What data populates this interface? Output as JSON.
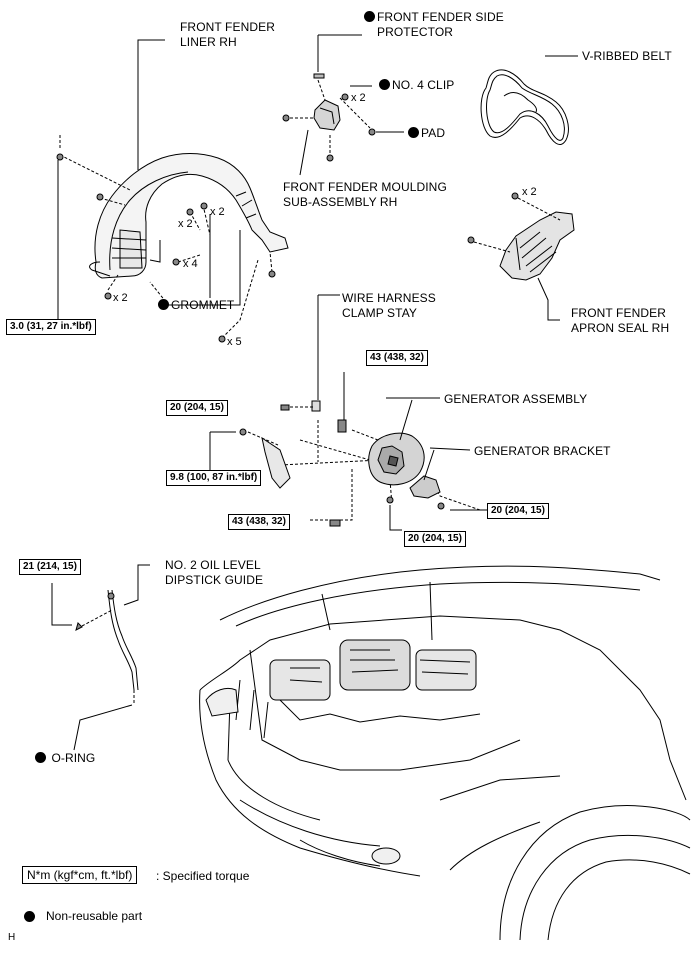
{
  "labels": {
    "front_fender_liner_rh": [
      "FRONT FENDER",
      "LINER RH"
    ],
    "front_fender_side_protector": [
      "FRONT FENDER SIDE",
      "PROTECTOR"
    ],
    "no4_clip": "NO. 4 CLIP",
    "pad": "PAD",
    "v_ribbed_belt": "V-RIBBED BELT",
    "front_fender_moulding": [
      "FRONT FENDER MOULDING",
      "SUB-ASSEMBLY RH"
    ],
    "front_fender_apron_seal": [
      "FRONT FENDER",
      "APRON SEAL RH"
    ],
    "grommet": "GROMMET",
    "wire_harness_clamp_stay": [
      "WIRE HARNESS",
      "CLAMP STAY"
    ],
    "generator_assembly": "GENERATOR ASSEMBLY",
    "generator_bracket": "GENERATOR BRACKET",
    "no2_oil_level_dipstick_guide": [
      "NO. 2 OIL LEVEL",
      "DIPSTICK GUIDE"
    ],
    "o_ring": "O-RING"
  },
  "quantities": {
    "clip_x2": "x 2",
    "liner_x2_a": "x 2",
    "liner_x2_b": "x 2",
    "liner_x4": "x 4",
    "liner_x2_c": "x 2",
    "liner_x5": "x 5",
    "apron_x2": "x 2"
  },
  "torques": {
    "liner": "3.0 (31, 27 in.*lbf)",
    "gen_top": "43 (438, 32)",
    "clamp_stay": "20 (204, 15)",
    "bracket_bolt_small": "9.8 (100, 87 in.*lbf)",
    "gen_bottom": "43 (438, 32)",
    "bracket_right": "20 (204, 15)",
    "bracket_lower": "20 (204, 15)",
    "dipstick": "21 (214, 15)"
  },
  "legend": {
    "torque_box": "N*m (kgf*cm, ft.*lbf)",
    "torque_text": ": Specified torque",
    "nonreusable_text": "Non-reusable part"
  },
  "corner_code": "H"
}
